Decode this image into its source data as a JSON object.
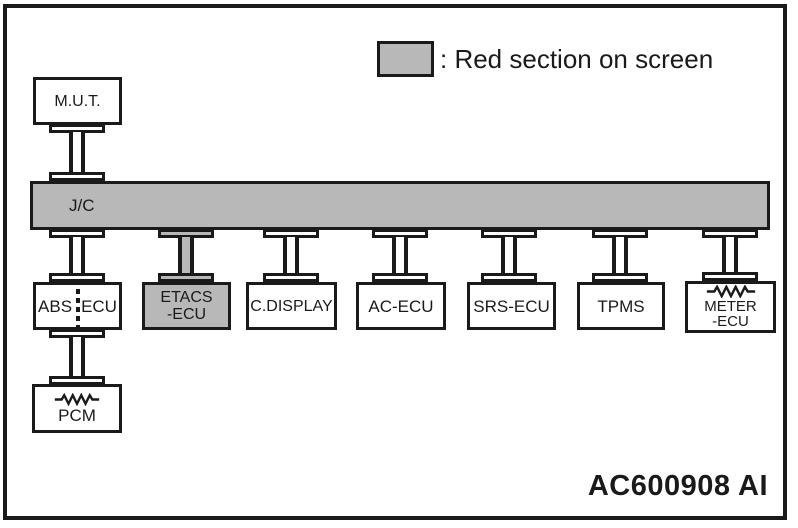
{
  "legend": {
    "label": ": Red section on screen"
  },
  "diagram": {
    "top_node": {
      "label": "M.U.T."
    },
    "bus": {
      "label": "J/C"
    },
    "nodes": {
      "abs": {
        "left": "ABS",
        "right": "ECU"
      },
      "etacs": {
        "line1": "ETACS",
        "line2": "-ECU"
      },
      "cdisplay": {
        "label": "C.DISPLAY"
      },
      "ac": {
        "label": "AC-ECU"
      },
      "srs": {
        "label": "SRS-ECU"
      },
      "tpms": {
        "label": "TPMS"
      },
      "meter": {
        "line1": "METER",
        "line2": "-ECU"
      }
    },
    "sub_node": {
      "label": "PCM"
    }
  },
  "figure_code": "AC600908 AI",
  "colors": {
    "highlight": "#b8b8b8",
    "ink": "#1a1a1a"
  }
}
